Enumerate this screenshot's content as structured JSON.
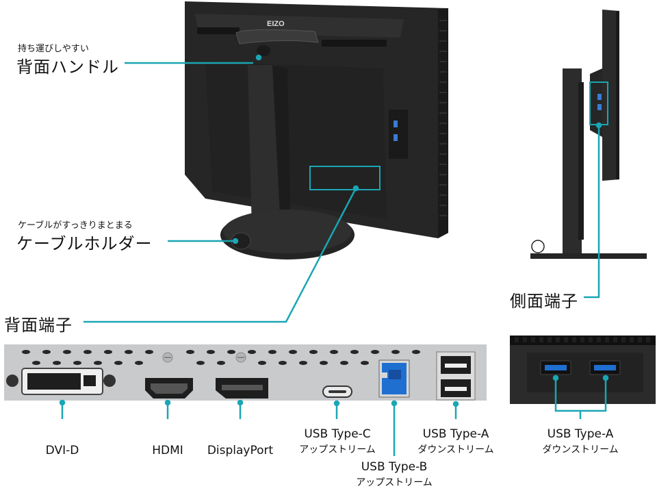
{
  "labels": {
    "handle_sub": "持ち運びしやすい",
    "handle_title": "背面ハンドル",
    "cable_sub": "ケーブルがすっきりまとまる",
    "cable_title": "ケーブルホルダー",
    "rear_ports_title": "背面端子",
    "side_ports_title": "側面端子",
    "brand": "EIZO"
  },
  "ports": {
    "dvi": "DVI-D",
    "hdmi": "HDMI",
    "displayport": "DisplayPort",
    "usb_c_line1": "USB Type-C",
    "usb_c_line2": "アップストリーム",
    "usb_b_line1": "USB Type-B",
    "usb_b_line2": "アップストリーム",
    "usb_a_line1": "USB Type-A",
    "usb_a_line2": "ダウンストリーム",
    "side_usb_a_line1": "USB Type-A",
    "side_usb_a_line2": "ダウンストリーム"
  },
  "colors": {
    "accent": "#1aa6b4",
    "usb3_blue": "#1f6fd1",
    "monitor": "#2a2a2a",
    "panel": "#c9cacc"
  }
}
